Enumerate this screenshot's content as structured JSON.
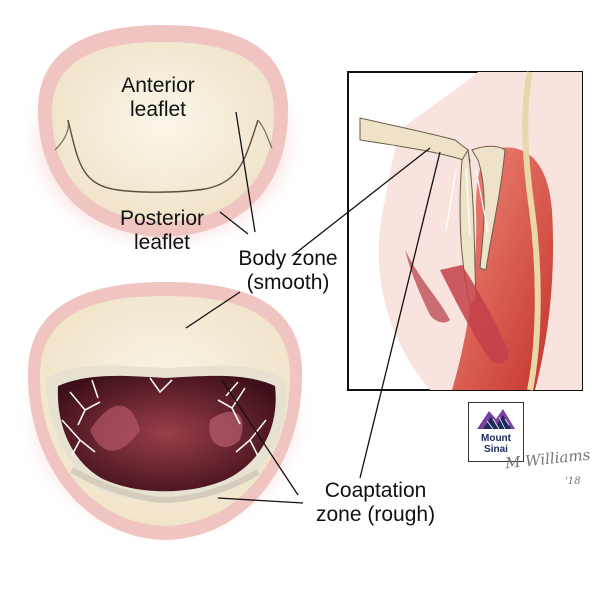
{
  "labels": {
    "anterior_leaflet": [
      "Anterior",
      "leaflet"
    ],
    "posterior_leaflet": [
      "Posterior",
      "leaflet"
    ],
    "body_zone": [
      "Body zone",
      "(smooth)"
    ],
    "coaptation_zone": [
      "Coaptation",
      "zone (rough)"
    ]
  },
  "logo": {
    "line1": "Mount",
    "line2": "Sinai"
  },
  "signature": {
    "name": "M Williams",
    "year": "'18"
  },
  "colors": {
    "tissue_pink": "#f2b7b5",
    "leaflet_cream": "#f4ecd8",
    "myocardium_red": "#d9473a",
    "cavity_dark": "#5a1a24",
    "logo_blue": "#1d2a5c",
    "logo_purple": "#7b3fa0"
  }
}
